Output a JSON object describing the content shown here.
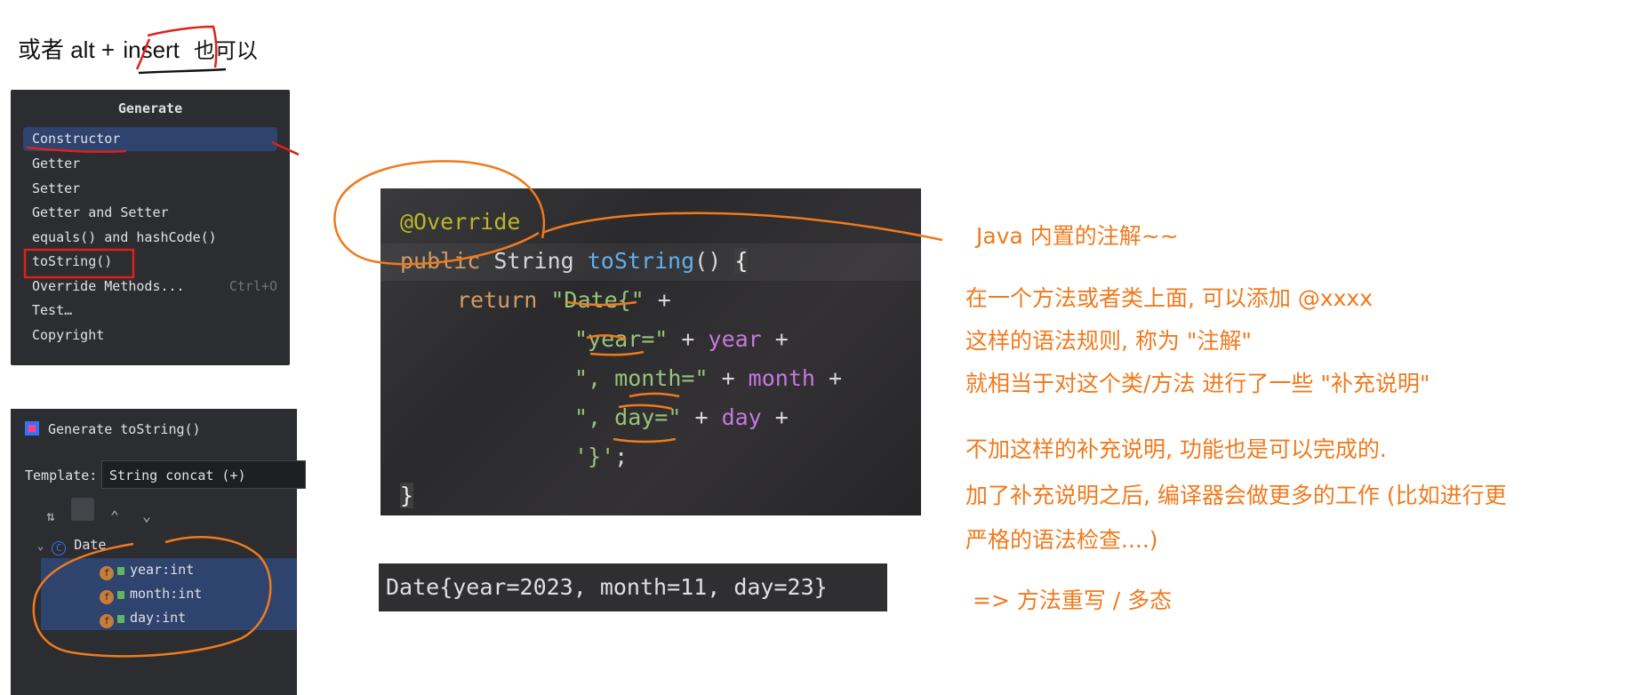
{
  "top_hint": {
    "prefix": "或者  alt + ",
    "key": "insert",
    "suffix": "也可以"
  },
  "generate_popup": {
    "title": "Generate",
    "items": [
      {
        "label": "Constructor",
        "shortcut": ""
      },
      {
        "label": "Getter",
        "shortcut": ""
      },
      {
        "label": "Setter",
        "shortcut": ""
      },
      {
        "label": "Getter and Setter",
        "shortcut": ""
      },
      {
        "label": "equals() and hashCode()",
        "shortcut": ""
      },
      {
        "label": "toString()",
        "shortcut": ""
      },
      {
        "label": "Override Methods...",
        "shortcut": "Ctrl+O"
      },
      {
        "label": "Test…",
        "shortcut": ""
      },
      {
        "label": "Copyright",
        "shortcut": ""
      }
    ],
    "selected_index": 0
  },
  "tostring_dialog": {
    "title": "Generate toString()",
    "template_label": "Template:",
    "template_value": "String concat (+)",
    "toolbar": {
      "sort": "↓a↓z",
      "expand": "⌃⌄",
      "collapse": "⌅"
    },
    "class_node": "Date",
    "fields": [
      "year:int",
      "month:int",
      "day:int"
    ]
  },
  "code": {
    "annotation": "@Override",
    "l2_kw": "public",
    "l2_type": " String ",
    "l2_fn": "toString",
    "l2_paren": "() ",
    "l2_brace": "{",
    "l3_kw": "return",
    "l3_str": "\"Date{\"",
    "l3_op": " +",
    "l4_str": "\"year=\"",
    "l4_op1": " + ",
    "l4_fld": "year",
    "l4_op2": " +",
    "l5_str": "\", month=\"",
    "l5_op1": " + ",
    "l5_fld": "month",
    "l5_op2": " +",
    "l6_str": "\", day=\"",
    "l6_op1": " + ",
    "l6_fld": "day",
    "l6_op2": " +",
    "l7_str": "'}'",
    "l7_semi": ";",
    "l8_brace": "}"
  },
  "output": "Date{year=2023, month=11, day=23}",
  "notes": {
    "n1": "Java 内置的注解~~",
    "n2": "在一个方法或者类上面, 可以添加 @xxxx",
    "n3": "这样的语法规则, 称为 \"注解\"",
    "n4": "就相当于对这个类/方法 进行了一些 \"补充说明\"",
    "n5": "不加这样的补充说明, 功能也是可以完成的.",
    "n6": "加了补充说明之后, 编译器会做更多的工作 (比如进行更",
    "n7": "严格的语法检查....)",
    "n8": "=> 方法重写 / 多态"
  },
  "colors": {
    "annotation_orange": "#f07a1d",
    "annotation_red": "#e0201b",
    "selection_blue": "#2e436e"
  }
}
